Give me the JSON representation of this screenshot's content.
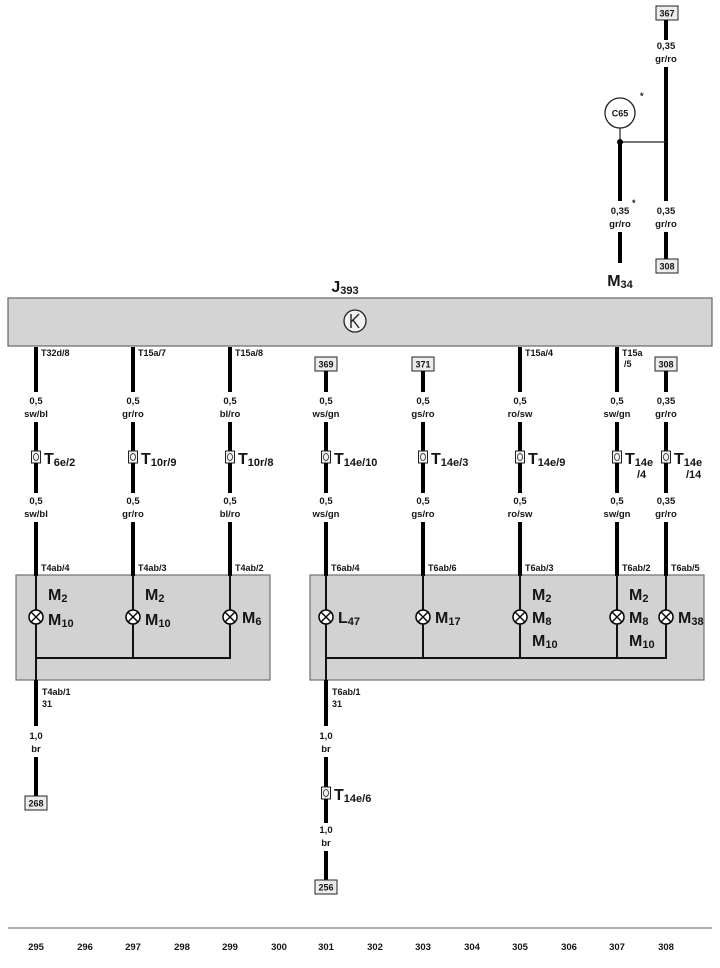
{
  "diagram_title": {
    "main": "J",
    "sub": "393"
  },
  "top_right": {
    "box_top": "367",
    "wire_upper": {
      "size": "0,35",
      "color": "gr/ro"
    },
    "circle_label": "C65",
    "circle_mark": "*",
    "wire_left": {
      "size": "0,35",
      "color": "gr/ro",
      "mark": "*"
    },
    "component": {
      "main": "M",
      "sub": "34"
    },
    "wire_right": {
      "size": "0,35",
      "color": "gr/ro"
    },
    "box_bottom": "308"
  },
  "columns": [
    {
      "top": "T32d/8",
      "wire_upper": {
        "size": "0,5",
        "color": "sw/bl"
      },
      "connector": {
        "main": "T",
        "sub": "6e/2"
      },
      "wire_lower": {
        "size": "0,5",
        "color": "sw/bl"
      },
      "bottom": "T4ab/4",
      "components": [
        {
          "main": "M",
          "sub": "2"
        },
        {
          "main": "M",
          "sub": "10"
        }
      ]
    },
    {
      "top": "T15a/7",
      "wire_upper": {
        "size": "0,5",
        "color": "gr/ro"
      },
      "connector": {
        "main": "T",
        "sub": "10r/9"
      },
      "wire_lower": {
        "size": "0,5",
        "color": "gr/ro"
      },
      "bottom": "T4ab/3",
      "components": [
        {
          "main": "M",
          "sub": "2"
        },
        {
          "main": "M",
          "sub": "10"
        }
      ]
    },
    {
      "top": "T15a/8",
      "wire_upper": {
        "size": "0,5",
        "color": "bl/ro"
      },
      "connector": {
        "main": "T",
        "sub": "10r/8"
      },
      "wire_lower": {
        "size": "0,5",
        "color": "bl/ro"
      },
      "bottom": "T4ab/2",
      "components": [
        {
          "main": "M",
          "sub": "6"
        }
      ]
    },
    {
      "top_box": "369",
      "wire_upper": {
        "size": "0,5",
        "color": "ws/gn"
      },
      "connector": {
        "main": "T",
        "sub": "14e/10"
      },
      "wire_lower": {
        "size": "0,5",
        "color": "ws/gn"
      },
      "bottom": "T6ab/4",
      "components": [
        {
          "main": "L",
          "sub": "47"
        }
      ]
    },
    {
      "top_box": "371",
      "wire_upper": {
        "size": "0,5",
        "color": "gs/ro"
      },
      "connector": {
        "main": "T",
        "sub": "14e/3"
      },
      "wire_lower": {
        "size": "0,5",
        "color": "gs/ro"
      },
      "bottom": "T6ab/6",
      "components": [
        {
          "main": "M",
          "sub": "17"
        }
      ]
    },
    {
      "top": "T15a/4",
      "wire_upper": {
        "size": "0,5",
        "color": "ro/sw"
      },
      "connector": {
        "main": "T",
        "sub": "14e/9"
      },
      "wire_lower": {
        "size": "0,5",
        "color": "ro/sw"
      },
      "bottom": "T6ab/3",
      "components": [
        {
          "main": "M",
          "sub": "2"
        },
        {
          "main": "M",
          "sub": "8"
        },
        {
          "main": "M",
          "sub": "10"
        }
      ]
    },
    {
      "top": "T15a",
      "top_line2": "/5",
      "wire_upper": {
        "size": "0,5",
        "color": "sw/gn"
      },
      "connector": {
        "main": "T",
        "sub": "14e",
        "sub_line2": "/4"
      },
      "wire_lower": {
        "size": "0,5",
        "color": "sw/gn"
      },
      "bottom": "T6ab/2",
      "components": [
        {
          "main": "M",
          "sub": "2"
        },
        {
          "main": "M",
          "sub": "8"
        },
        {
          "main": "M",
          "sub": "10"
        }
      ]
    },
    {
      "top_box": "308",
      "wire_upper": {
        "size": "0,35",
        "color": "gr/ro"
      },
      "connector": {
        "main": "T",
        "sub": "14e",
        "sub_line2": "/14"
      },
      "wire_lower": {
        "size": "0,35",
        "color": "gr/ro"
      },
      "bottom": "T6ab/5",
      "components": [
        {
          "main": "M",
          "sub": "38"
        }
      ]
    }
  ],
  "ground_left": {
    "top": "T4ab/1",
    "terminal": "31",
    "wire": {
      "size": "1,0",
      "color": "br"
    },
    "box": "268"
  },
  "ground_right": {
    "top": "T6ab/1",
    "terminal": "31",
    "wire_upper": {
      "size": "1,0",
      "color": "br"
    },
    "connector": {
      "main": "T",
      "sub": "14e/6"
    },
    "wire_lower": {
      "size": "1,0",
      "color": "br"
    },
    "box": "256"
  },
  "footer": {
    "numbers": [
      "295",
      "296",
      "297",
      "298",
      "299",
      "300",
      "301",
      "302",
      "303",
      "304",
      "305",
      "306",
      "307",
      "308"
    ]
  }
}
